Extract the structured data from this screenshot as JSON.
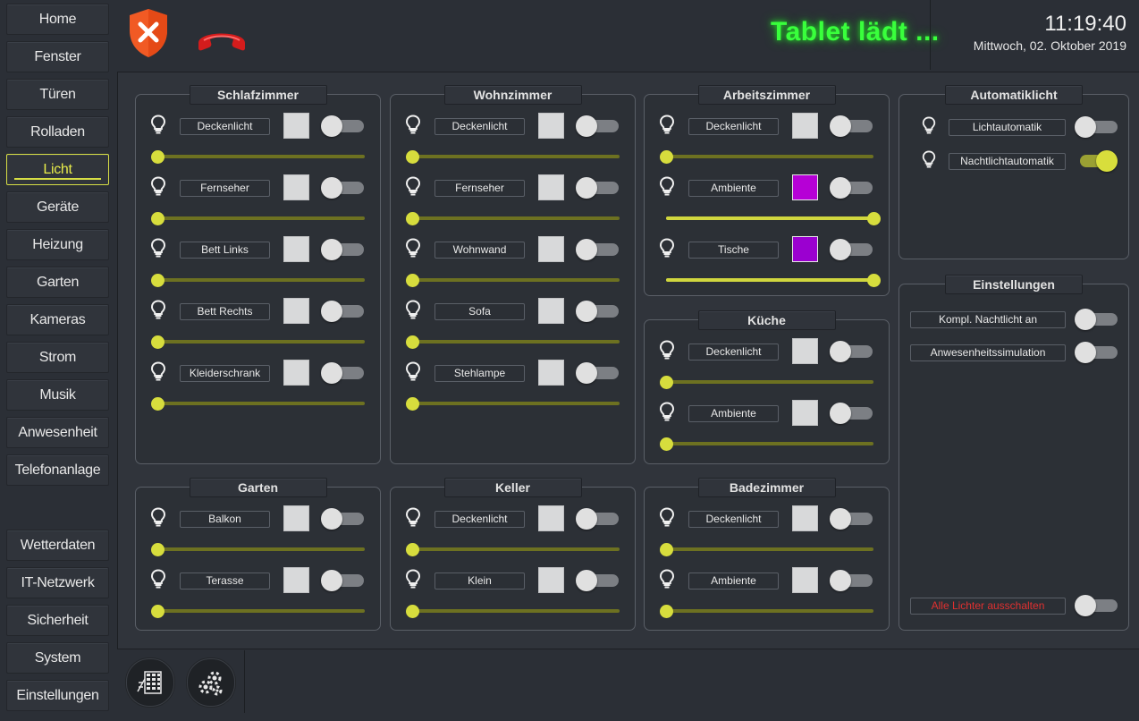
{
  "nav": {
    "top": [
      "Home",
      "Fenster",
      "Türen",
      "Rolladen",
      "Licht",
      "Geräte",
      "Heizung",
      "Garten",
      "Kameras",
      "Strom",
      "Musik",
      "Anwesenheit",
      "Telefonanlage"
    ],
    "bottom": [
      "Wetterdaten",
      "IT-Netzwerk",
      "Sicherheit",
      "System",
      "Einstellungen"
    ],
    "active": "Licht"
  },
  "header": {
    "status": "Tablet lädt ...",
    "time": "11:19:40",
    "date": "Mittwoch, 02. Oktober 2019"
  },
  "rooms": [
    {
      "title": "Schlafzimmer",
      "lights": [
        {
          "name": "Deckenlicht",
          "color": "#d8d9da",
          "on": false,
          "level": 0
        },
        {
          "name": "Fernseher",
          "color": "#d8d9da",
          "on": false,
          "level": 0
        },
        {
          "name": "Bett Links",
          "color": "#d8d9da",
          "on": false,
          "level": 0
        },
        {
          "name": "Bett Rechts",
          "color": "#d8d9da",
          "on": false,
          "level": 0
        },
        {
          "name": "Kleiderschrank",
          "color": "#d8d9da",
          "on": false,
          "level": 0
        }
      ]
    },
    {
      "title": "Wohnzimmer",
      "lights": [
        {
          "name": "Deckenlicht",
          "color": "#d8d9da",
          "on": false,
          "level": 0
        },
        {
          "name": "Fernseher",
          "color": "#d8d9da",
          "on": false,
          "level": 0
        },
        {
          "name": "Wohnwand",
          "color": "#d8d9da",
          "on": false,
          "level": 0
        },
        {
          "name": "Sofa",
          "color": "#d8d9da",
          "on": false,
          "level": 0
        },
        {
          "name": "Stehlampe",
          "color": "#d8d9da",
          "on": false,
          "level": 0
        }
      ]
    },
    {
      "title": "Arbeitszimmer",
      "lights": [
        {
          "name": "Deckenlicht",
          "color": "#d8d9da",
          "on": false,
          "level": 0
        },
        {
          "name": "Ambiente",
          "color": "#b600d6",
          "on": false,
          "level": 1
        },
        {
          "name": "Tische",
          "color": "#9b00d0",
          "on": false,
          "level": 1
        }
      ]
    },
    {
      "title": "Küche",
      "lights": [
        {
          "name": "Deckenlicht",
          "color": "#d8d9da",
          "on": false,
          "level": 0
        },
        {
          "name": "Ambiente",
          "color": "#d8d9da",
          "on": false,
          "level": 0
        }
      ]
    },
    {
      "title": "Garten",
      "lights": [
        {
          "name": "Balkon",
          "color": "#d8d9da",
          "on": false,
          "level": 0
        },
        {
          "name": "Terasse",
          "color": "#d8d9da",
          "on": false,
          "level": 0
        }
      ]
    },
    {
      "title": "Keller",
      "lights": [
        {
          "name": "Deckenlicht",
          "color": "#d8d9da",
          "on": false,
          "level": 0
        },
        {
          "name": "Klein",
          "color": "#d8d9da",
          "on": false,
          "level": 0
        }
      ]
    },
    {
      "title": "Badezimmer",
      "lights": [
        {
          "name": "Deckenlicht",
          "color": "#d8d9da",
          "on": false,
          "level": 0
        },
        {
          "name": "Ambiente",
          "color": "#d8d9da",
          "on": false,
          "level": 0
        }
      ]
    }
  ],
  "automatik": {
    "title": "Automatiklicht",
    "items": [
      {
        "name": "Lichtautomatik",
        "on": false
      },
      {
        "name": "Nachtlichtautomatik",
        "on": true
      }
    ]
  },
  "settings": {
    "title": "Einstellungen",
    "items": [
      {
        "name": "Kompl. Nachtlicht an",
        "on": false
      },
      {
        "name": "Anwesenheitssimulation",
        "on": false
      }
    ],
    "all_off": {
      "name": "Alle Lichter ausschalten",
      "on": false,
      "color": "#e03030"
    }
  },
  "colors": {
    "accent": "#d7de45",
    "status": "#39ff3c",
    "shield": "#f15a24",
    "phone": "#d41c1c"
  }
}
